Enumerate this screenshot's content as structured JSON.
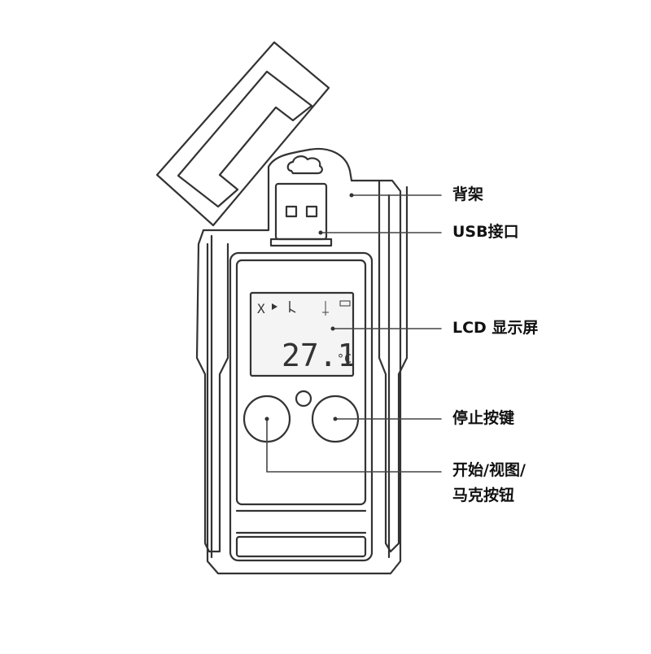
{
  "callouts": {
    "back_bracket": "背架",
    "usb_port": "USB接口",
    "lcd_screen": "LCD 显示屏",
    "stop_button": "停止按键",
    "start_button_line1": "开始/视图/",
    "start_button_line2": "马克按钮"
  },
  "lcd": {
    "temperature": "27.1",
    "unit": "°C",
    "status_mark": "X"
  },
  "colors": {
    "outline": "#333333",
    "line": "#444444",
    "lcd_fill": "#f4f4f4",
    "background": "#ffffff"
  }
}
